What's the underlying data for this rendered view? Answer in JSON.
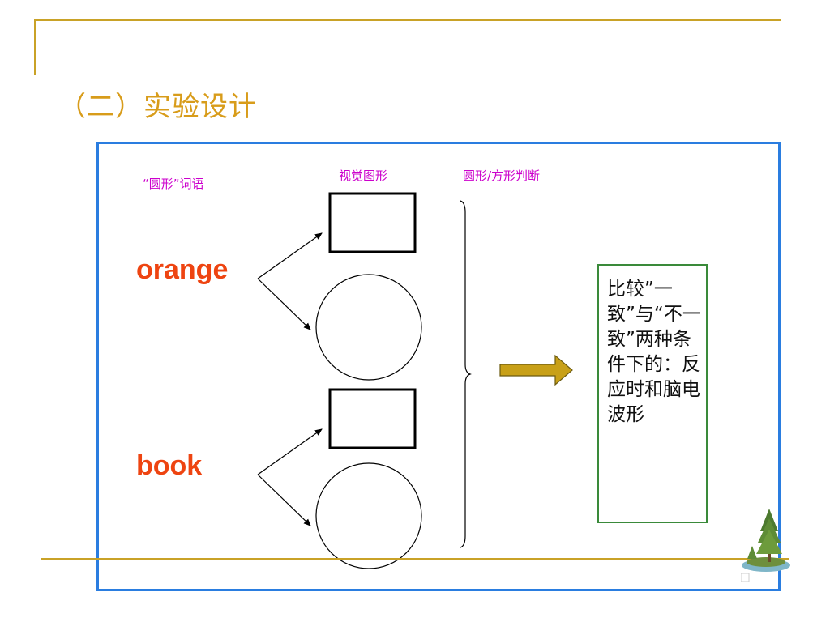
{
  "slide": {
    "title": "（二）实验设计",
    "column_labels": {
      "word": "“圆形”词语",
      "visual": "视觉图形",
      "judgement": "圆形/方形判断"
    },
    "words": [
      "orange",
      "book"
    ],
    "result_text": "比较”一致”与“不一致”两种条件下的：反应时和脑电波形"
  },
  "colors": {
    "accent_gold": "#c9a227",
    "title": "#d89c1a",
    "frame": "#2a7de0",
    "label": "#cc00cc",
    "word": "#ee4411",
    "result_border": "#3a8a3a",
    "arrow_fill": "#c8a018"
  },
  "icons": {
    "logo": "island-tree-icon"
  }
}
